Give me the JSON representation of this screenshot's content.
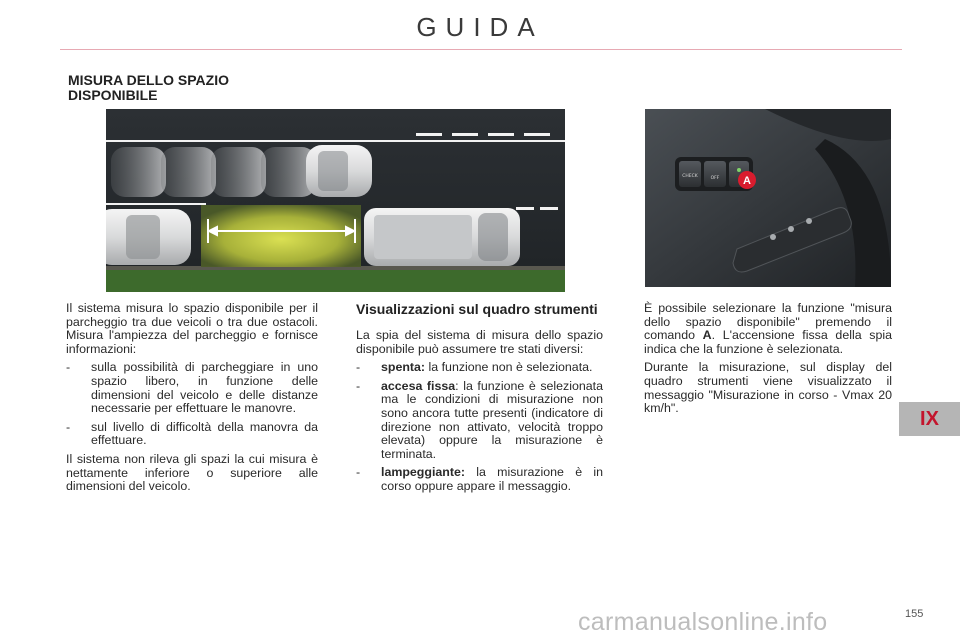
{
  "header": {
    "title": "GUIDA"
  },
  "section": {
    "title": "MISURA DELLO SPAZIO DISPONIBILE"
  },
  "figures": {
    "dashboard": {
      "callout_label": "A",
      "button_labels": [
        "CHECK",
        "OFF"
      ]
    }
  },
  "left_column": {
    "intro": "Il sistema misura lo spazio disponibile per il parcheggio tra due veicoli o tra due ostacoli. Misura l'ampiezza del parcheggio e fornisce informazioni:",
    "bullets": [
      {
        "dash": "-",
        "text": "sulla possibilità di parcheggiare in uno spazio libero, in funzione delle dimensioni del veicolo e delle distanze necessarie per effettuare le manovre."
      },
      {
        "dash": "-",
        "text": "sul livello di difficoltà della manovra da effettuare."
      }
    ],
    "outro": "Il sistema non rileva gli spazi la cui misura è nettamente inferiore o superiore alle dimensioni del veicolo."
  },
  "middle_column": {
    "subtitle": "Visualizzazioni sul quadro strumenti",
    "intro": "La spia del sistema di misura dello spazio disponibile può assumere tre stati diversi:",
    "bullets": [
      {
        "dash": "-",
        "term": "spenta:",
        "text": " la funzione non è selezionata."
      },
      {
        "dash": "-",
        "term": "accesa fissa",
        "text": ": la funzione è selezionata ma le condizioni di misurazione non sono ancora tutte presenti (indicatore di direzione non attivato, velocità troppo elevata) oppure la misurazione è terminata."
      },
      {
        "dash": "-",
        "term": "lampeggiante:",
        "text": " la misurazione è in corso oppure appare il messaggio."
      }
    ]
  },
  "right_column": {
    "p1_before": "È possibile selezionare la funzione \"misura dello spazio disponibile\" premendo il comando ",
    "p1_bold": "A",
    "p1_after": ". L'accensione fissa della spia indica che la funzione è selezionata.",
    "p2": "Durante la misurazione, sul display del quadro strumenti viene visualizzato il messaggio \"Misurazione in corso - Vmax 20 km/h\"."
  },
  "chapter_tab": {
    "label": "IX"
  },
  "page_number": "155",
  "watermark": "carmanualsonline.info",
  "colors": {
    "rule": "#e7a9b3",
    "chapter_text": "#c3152d",
    "chapter_bg": "#b5b5b5",
    "callout": "#d91c2e",
    "parking_zone": "#d6e04a",
    "grass": "#3d6a2c"
  }
}
